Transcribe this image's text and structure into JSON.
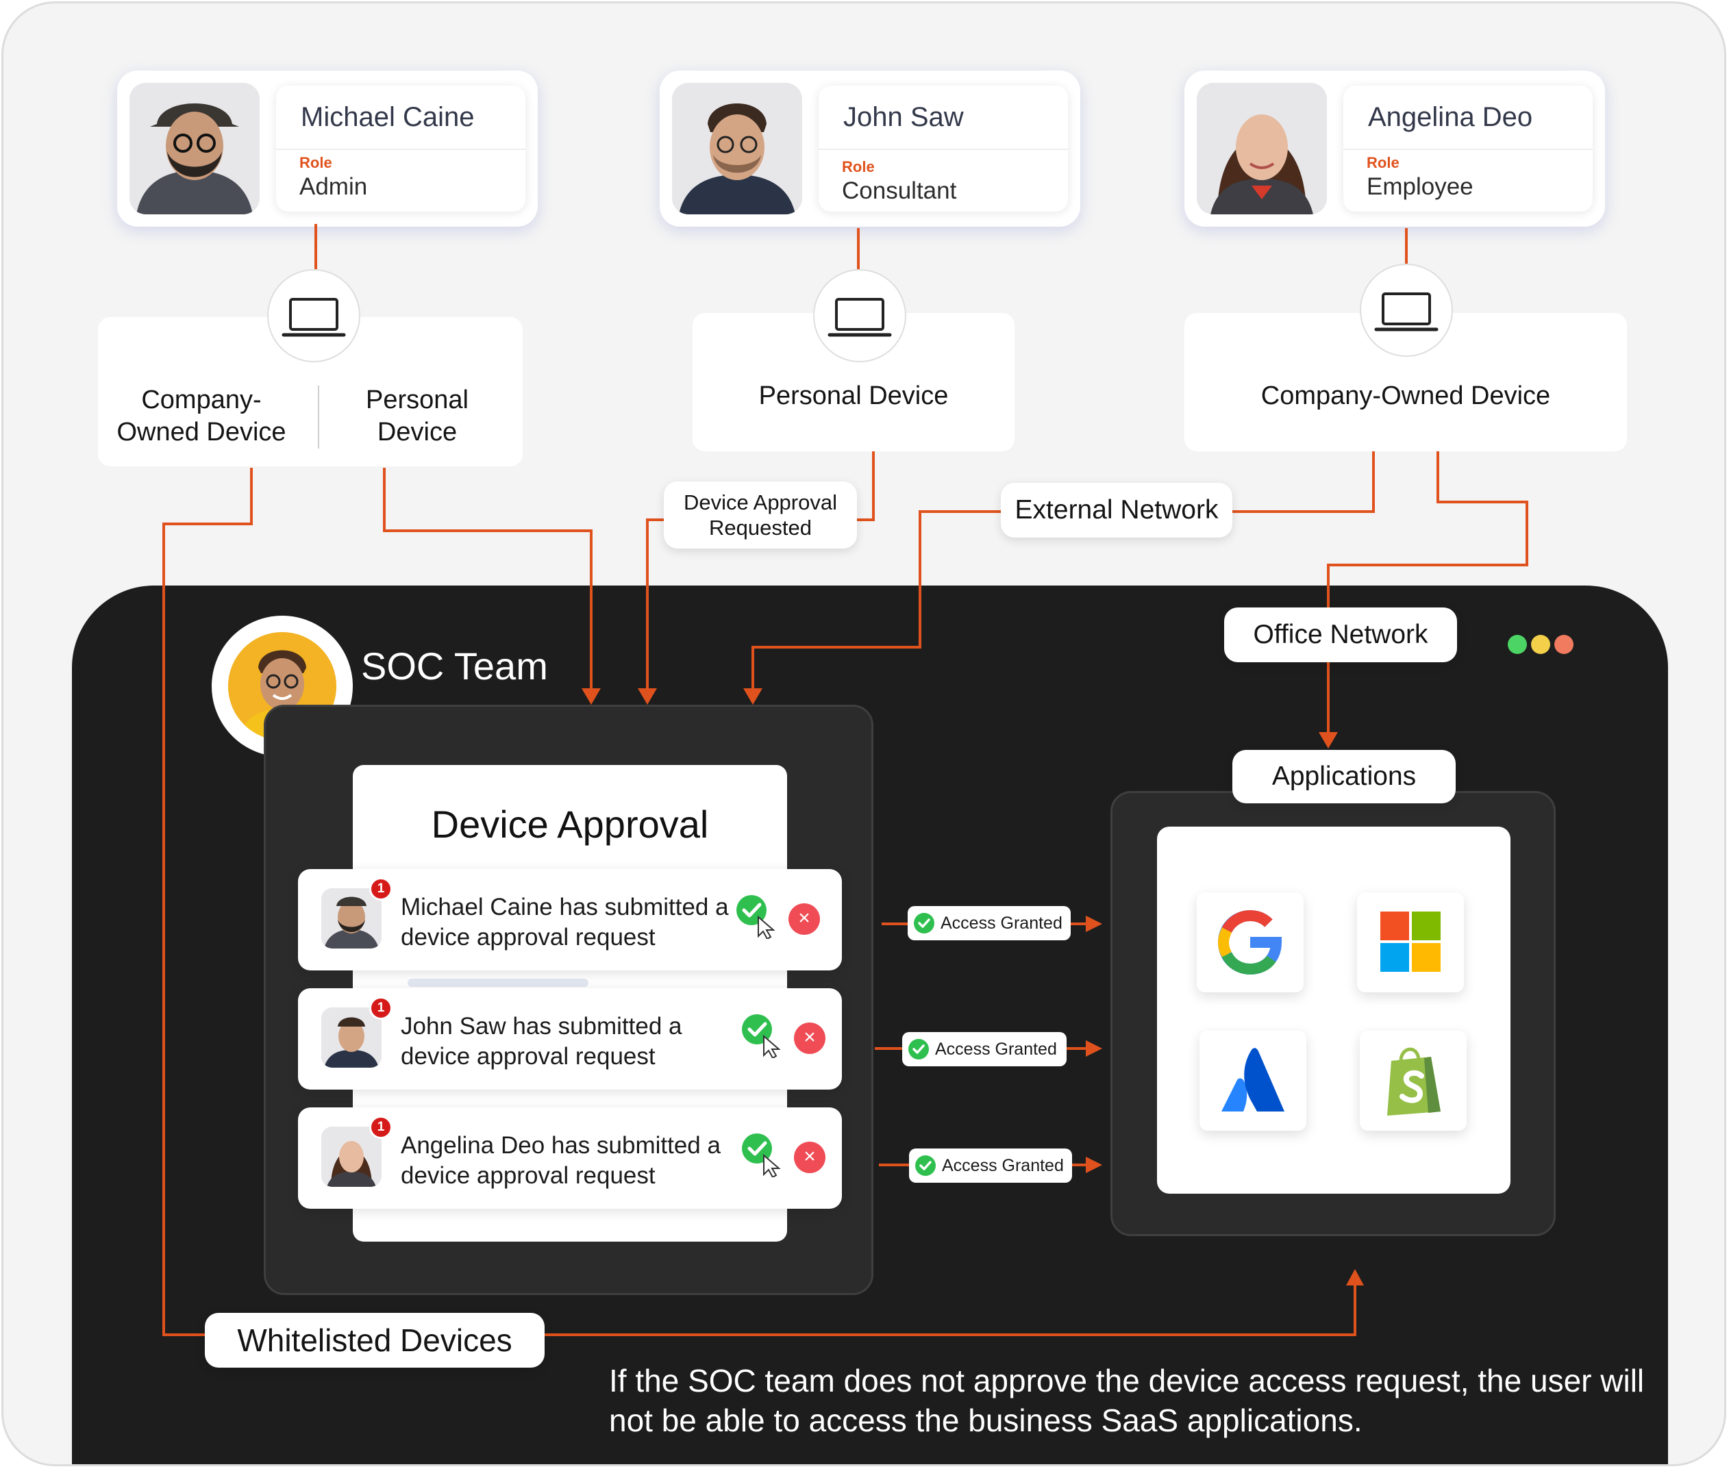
{
  "users": [
    {
      "name": "Michael Caine",
      "role_label": "Role",
      "role": "Admin"
    },
    {
      "name": "John Saw",
      "role_label": "Role",
      "role": "Consultant"
    },
    {
      "name": "Angelina Deo",
      "role_label": "Role",
      "role": "Employee"
    }
  ],
  "devices": {
    "first_a": "Company-\nOwned Device",
    "first_b": "Personal\nDevice",
    "second": "Personal Device",
    "third": "Company-Owned Device"
  },
  "labels": {
    "device_approval_requested": "Device Approval\nRequested",
    "external_network": "External Network",
    "office_network": "Office Network",
    "applications": "Applications",
    "whitelisted_devices": "Whitelisted Devices",
    "soc_team": "SOC Team",
    "device_approval_title": "Device Approval"
  },
  "requests": [
    {
      "text": "Michael Caine has submitted a device approval request",
      "badge": "1"
    },
    {
      "text": "John Saw has submitted a device approval request",
      "badge": "1"
    },
    {
      "text": "Angelina Deo has submitted a device approval request",
      "badge": "1"
    }
  ],
  "access_granted": [
    "Access Granted",
    "Access Granted",
    "Access Granted"
  ],
  "applications": [
    {
      "icon": "google-icon"
    },
    {
      "icon": "microsoft-icon"
    },
    {
      "icon": "atlassian-icon"
    },
    {
      "icon": "shopify-icon"
    }
  ],
  "footer_note": "If the SOC team does not approve the device access request, the user will not be able to access the business SaaS applications.",
  "colors": {
    "connector": "#e0521d",
    "dark_background": "#1d1d1d",
    "approve_green": "#2fbf4f",
    "reject_red": "#ef4c55",
    "window_dots": [
      "#4cd464",
      "#f3cf4a",
      "#f07b5f"
    ]
  }
}
